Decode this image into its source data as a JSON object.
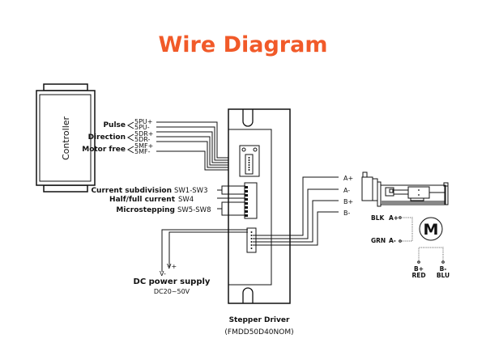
{
  "title": "Wire Diagram",
  "accent_color": "#f15a29",
  "controller": {
    "label": "Controller"
  },
  "signals": [
    {
      "name": "Pulse",
      "pins": [
        "5PU+",
        "5PU-"
      ]
    },
    {
      "name": "Direction",
      "pins": [
        "5DR+",
        "5DR-"
      ]
    },
    {
      "name": "Motor free",
      "pins": [
        "5MF+",
        "5MF-"
      ]
    }
  ],
  "switches": [
    {
      "name": "Current subdivision",
      "range": "SW1-SW3"
    },
    {
      "name": "Half/full current",
      "range": "SW4"
    },
    {
      "name": "Microstepping",
      "range": "SW5-SW8"
    }
  ],
  "motor_terminals": [
    "A+",
    "A-",
    "B+",
    "B-"
  ],
  "power": {
    "v_minus": "V-",
    "v_plus": "V+",
    "label": "DC power supply",
    "range": "DC20~50V"
  },
  "driver": {
    "label": "Stepper Driver",
    "model": "(FMDD50D40NOM)"
  },
  "motor_schematic": {
    "symbol": "M",
    "coils": [
      {
        "color": "BLK",
        "terminal": "A+"
      },
      {
        "color": "GRN",
        "terminal": "A-"
      },
      {
        "color": "RED",
        "terminal": "B+"
      },
      {
        "color": "BLU",
        "terminal": "B-"
      }
    ]
  }
}
